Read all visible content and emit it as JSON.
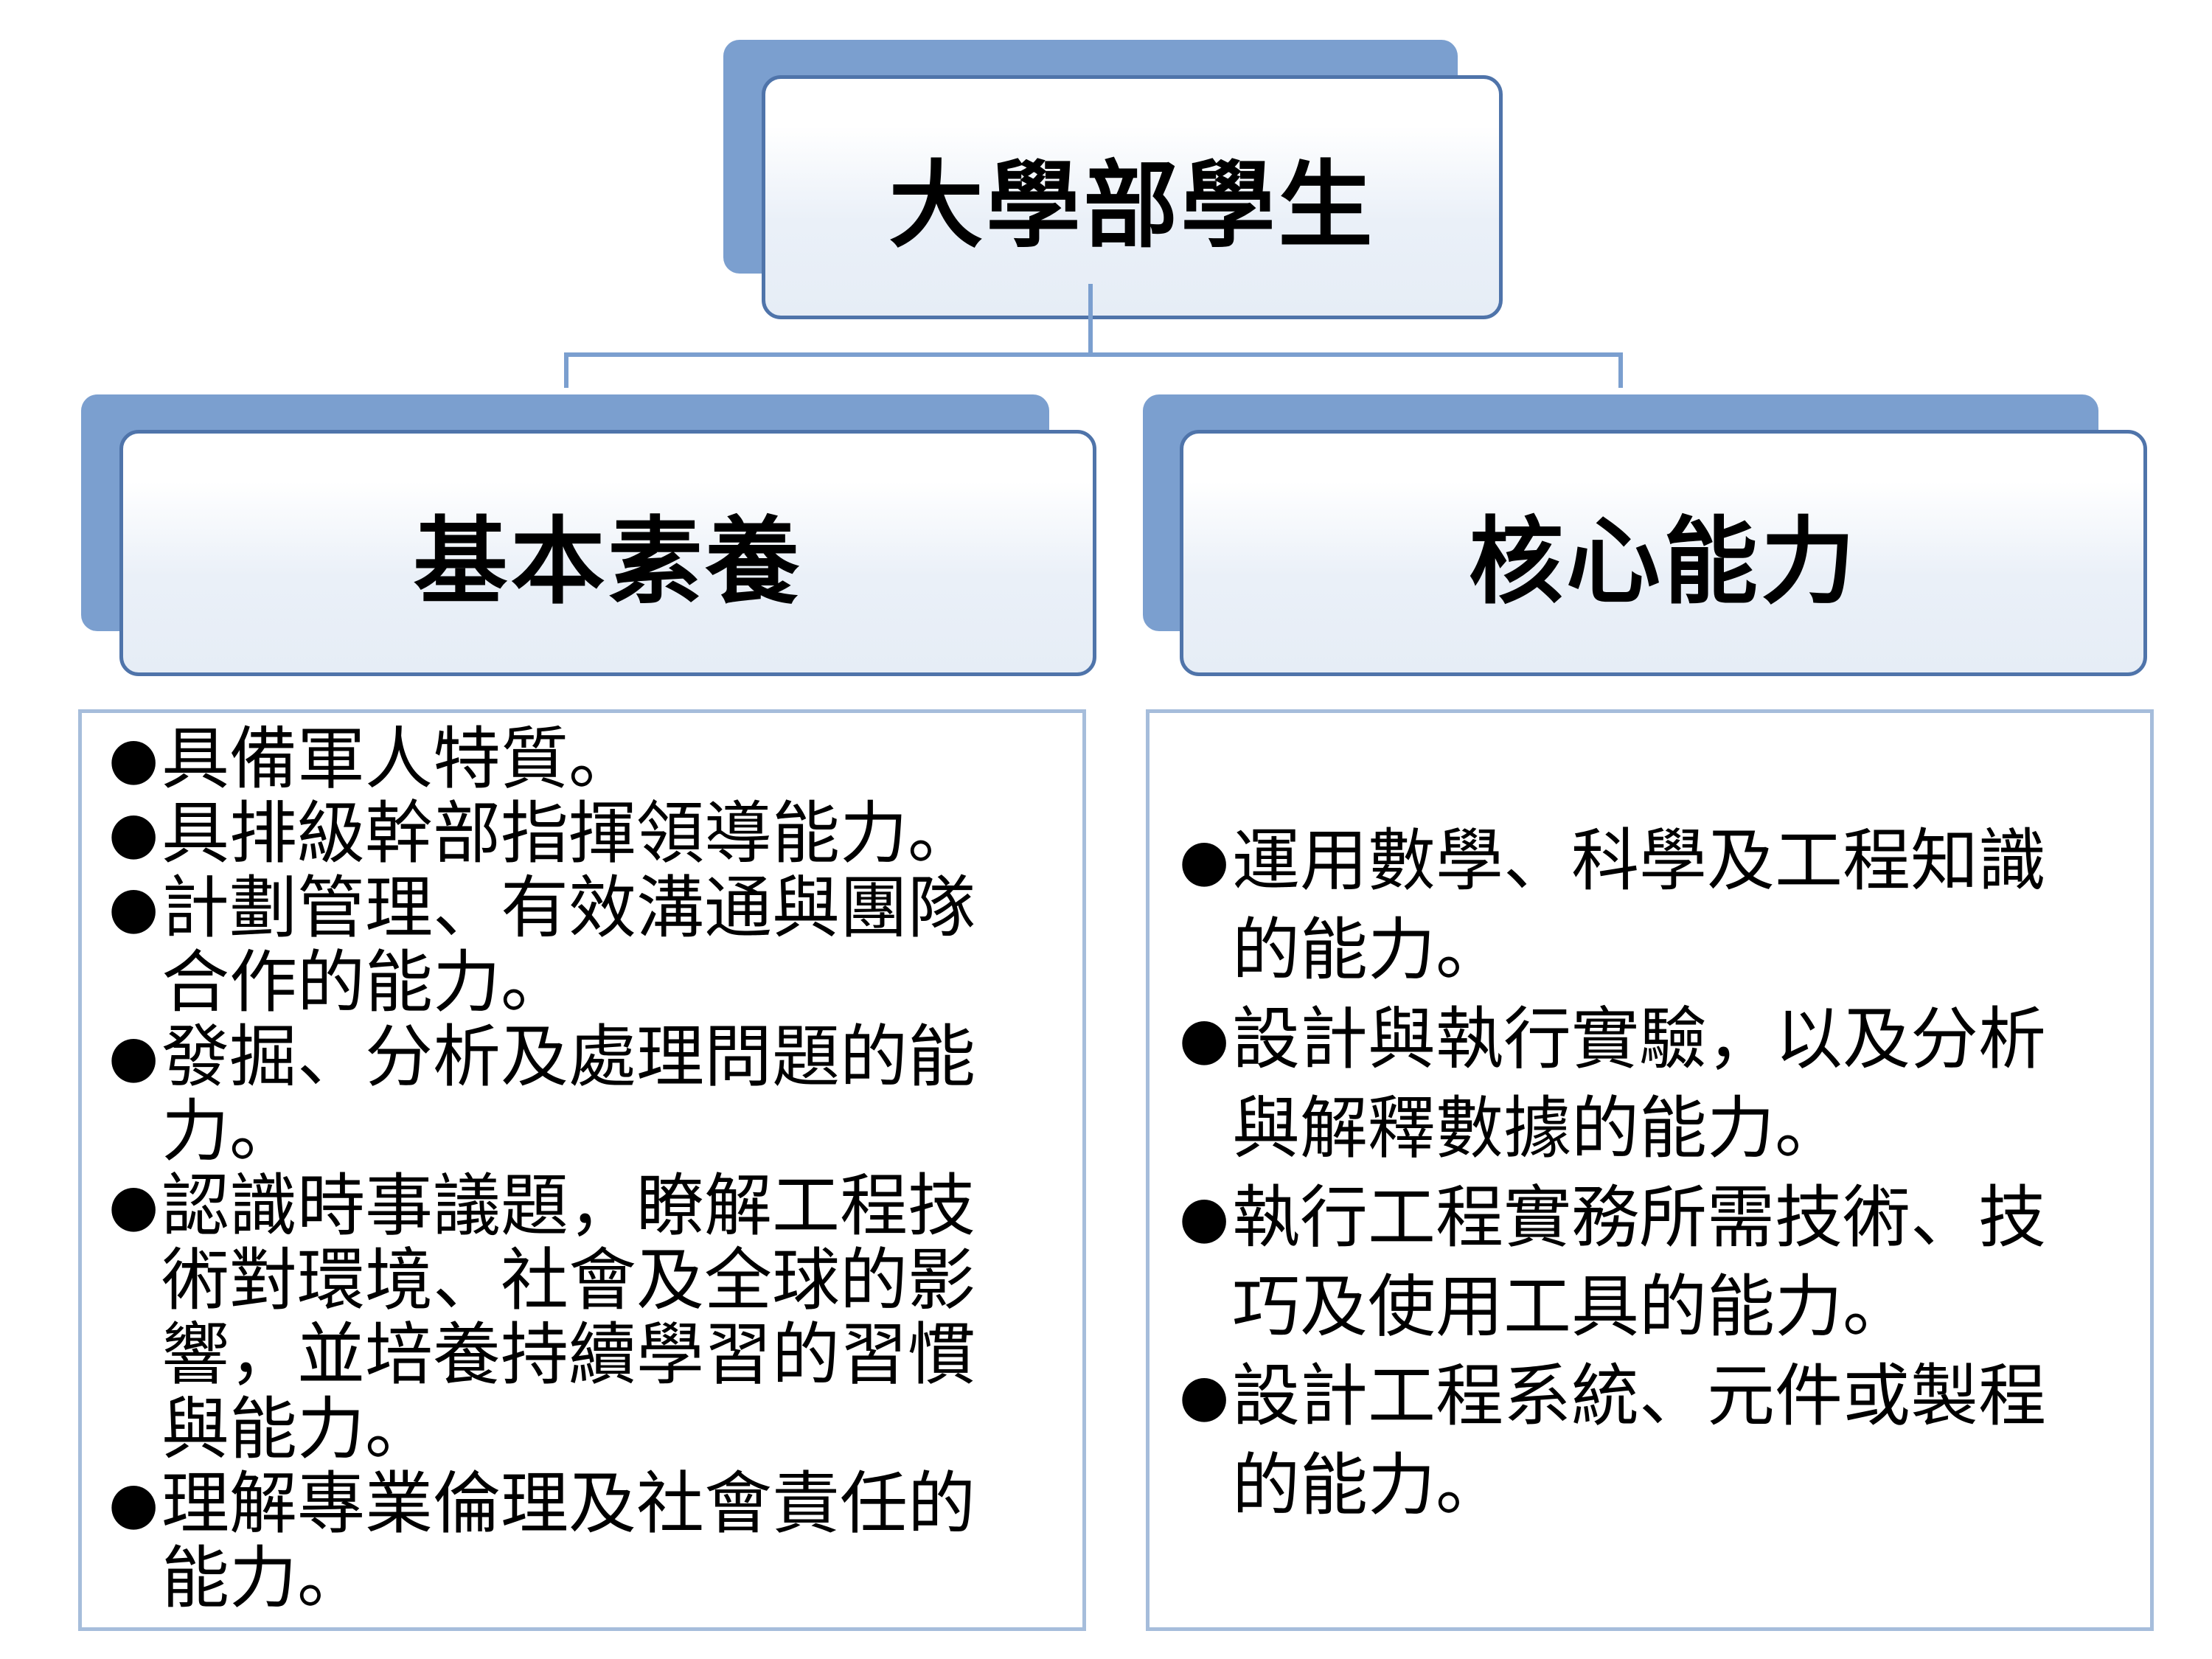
{
  "root": {
    "title": "大學部學生"
  },
  "branches": [
    {
      "title": "基本素養",
      "items": [
        {
          "lines": [
            "具備軍人特質。"
          ]
        },
        {
          "lines": [
            "具排級幹部指揮領導能力。"
          ]
        },
        {
          "lines": [
            "計劃管理、有效溝通與團隊",
            "合作的能力。"
          ]
        },
        {
          "lines": [
            "發掘、分析及處理問題的能",
            "力。"
          ]
        },
        {
          "lines": [
            "認識時事議題，瞭解工程技",
            "術對環境、社會及全球的影",
            "響，並培養持續學習的習慣",
            "與能力。"
          ]
        },
        {
          "lines": [
            "理解專業倫理及社會責任的",
            "能力。"
          ]
        }
      ]
    },
    {
      "title": "核心能力",
      "items": [
        {
          "lines": [
            "運用數學、科學及工程知識",
            "的能力。"
          ]
        },
        {
          "lines": [
            "設計與執行實驗，以及分析",
            "與解釋數據的能力。"
          ]
        },
        {
          "lines": [
            "執行工程實務所需技術、技",
            "巧及使用工具的能力。"
          ]
        },
        {
          "lines": [
            "設計工程系統、元件或製程",
            "的能力。"
          ]
        }
      ]
    }
  ],
  "bullet": "●",
  "colors": {
    "accent": "#7b9fcf",
    "border": "#4f74aa",
    "content_border": "#a6bddb"
  }
}
